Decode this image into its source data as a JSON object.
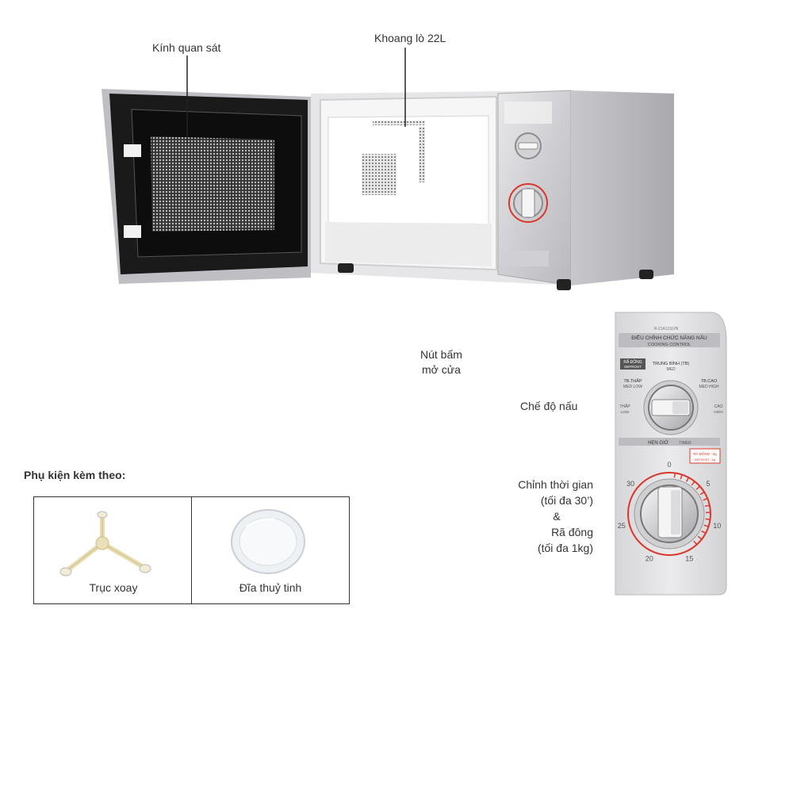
{
  "callouts": {
    "viewing_glass": "Kính quan sát",
    "cavity": "Khoang lò 22L",
    "door_button_line1": "Nút bấm",
    "door_button_line2": "mở cửa",
    "cooking_mode": "Chế độ nấu",
    "timer_line1": "Chỉnh thời gian",
    "timer_line2": "(tối đa 30’)",
    "timer_line3": "&",
    "timer_line4": "Rã đông",
    "timer_line5": "(tối đa 1kg)"
  },
  "accessories": {
    "title": "Phụ kiện kèm theo:",
    "items": [
      {
        "label": "Trục xoay",
        "icon": "turntable-roller-icon"
      },
      {
        "label": "Đĩa thuỷ tinh",
        "icon": "glass-plate-icon"
      }
    ]
  },
  "panel": {
    "model": "R-21A1(S)VN",
    "header_vi": "ĐIỀU CHỈNH CHỨC NĂNG NẤU",
    "header_en": "COOKING CONTROL",
    "defrost_small": "RÃ ĐÔNG",
    "defrost_small_en": "DEFROST",
    "med": "TRUNG BÌNH (TB)",
    "med_en": "MED",
    "med_low": "TB.THẤP",
    "med_low_en": "MED LOW",
    "med_high": "TB.CAO",
    "med_high_en": "MED HIGH",
    "low": "THẤP",
    "low_en": "LOW",
    "high": "CAO",
    "high_en": "HIGH",
    "timer_vi": "HẸN GIỜ",
    "timer_en": "TIMER",
    "defrost_kg": "RÃ ĐÔNG : kg",
    "defrost_kg_en": "DEFROST : kg",
    "timer_marks": [
      "0",
      "5",
      "10",
      "15",
      "20",
      "25",
      "30"
    ]
  },
  "colors": {
    "accent_red": "#d9372b",
    "panel_silver": "#d9d9db"
  }
}
